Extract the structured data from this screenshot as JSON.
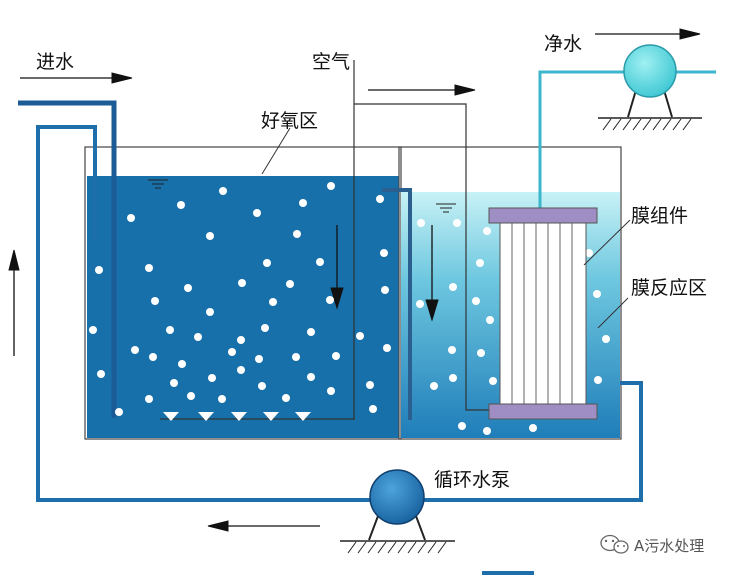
{
  "labels": {
    "inlet": "进水",
    "air": "空气",
    "clean_water": "净水",
    "aerobic_zone": "好氧区",
    "membrane_module": "膜组件",
    "membrane_reaction_zone": "膜反应区",
    "circulation_pump": "循环水泵"
  },
  "watermark": {
    "text": "A污水处理"
  },
  "colors": {
    "aerobic_water": "#1870ab",
    "membrane_water_light": "#c4f0f4",
    "membrane_water_dark": "#1f7db9",
    "circulation_pipe": "#1e6eac",
    "outlet_pipe": "#3bb6cc",
    "pump_body": "#1e6eac",
    "outlet_pump_body": "#55d6dc",
    "membrane_cap": "#9f8ec4"
  }
}
